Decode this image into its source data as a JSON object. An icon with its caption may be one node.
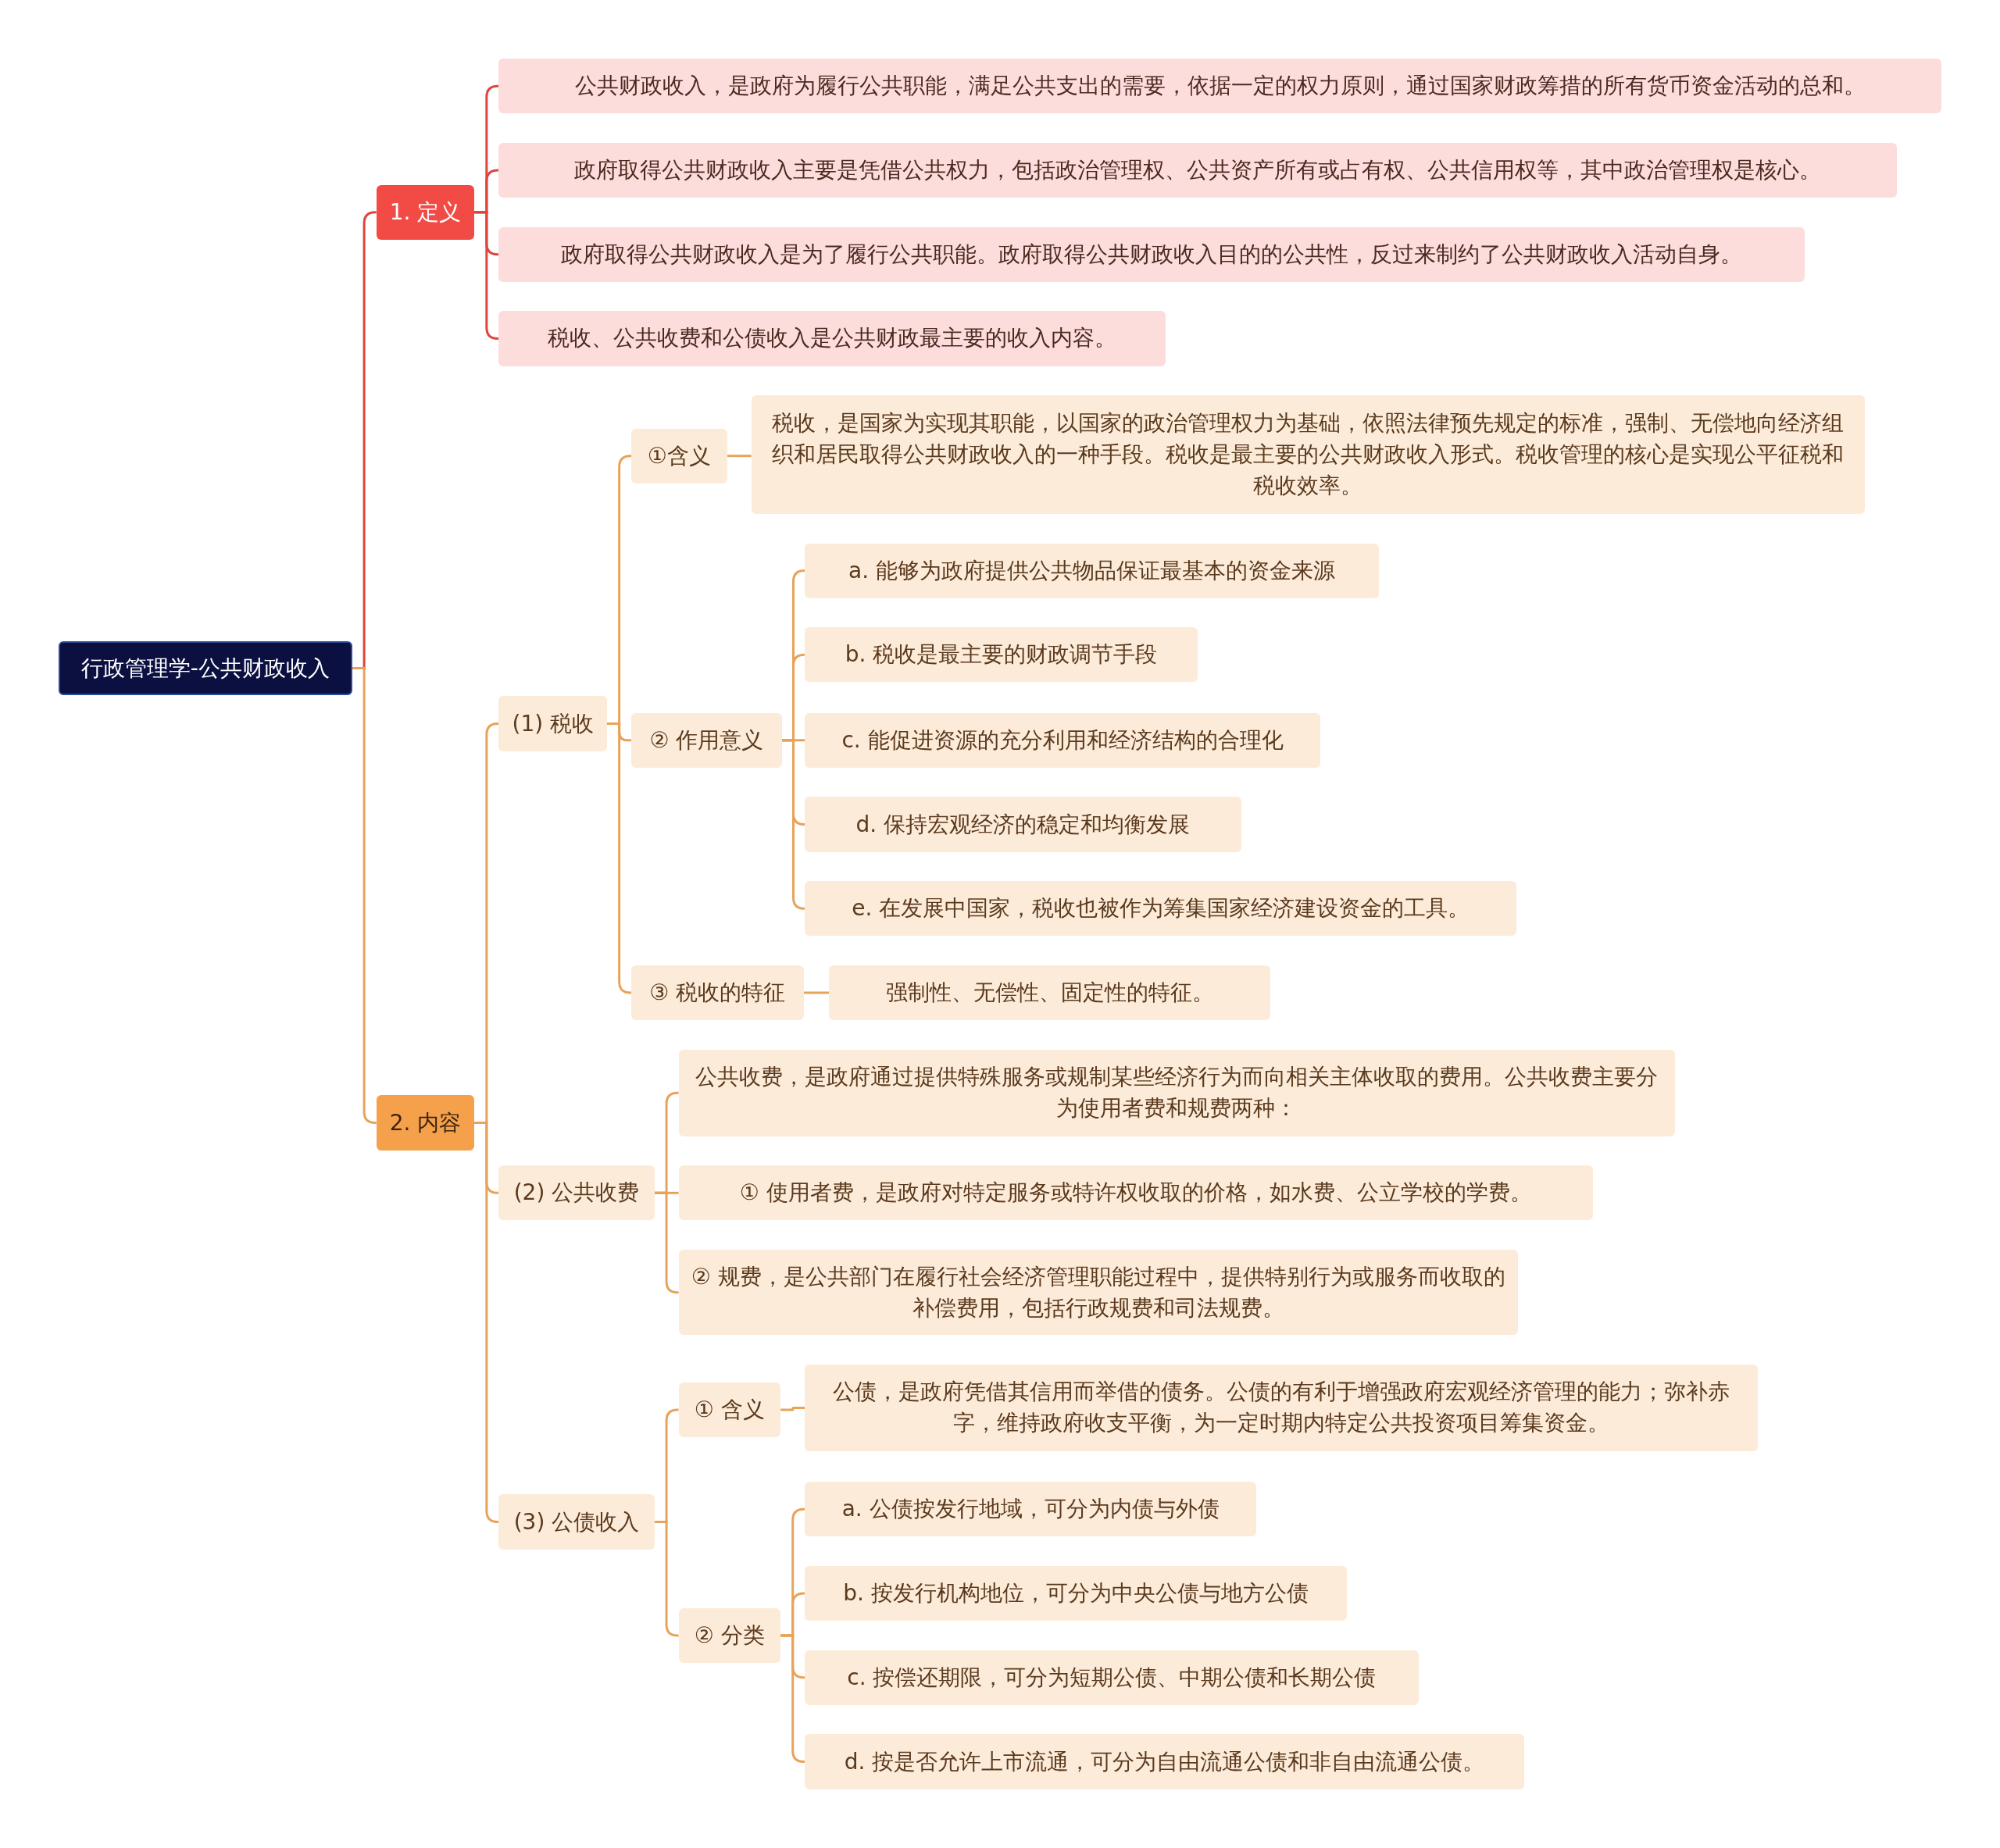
{
  "diagram": {
    "nodes": [
      {
        "text": [
          "行政管理学-公共财政收入"
        ]
      },
      {
        "text": [
          "1. 定义"
        ]
      },
      {
        "text": [
          "公共财政收入，是政府为履行公共职能，满足公共支出的需要，依据一定的权力原则，通过国家财政筹措的所有货币资金活动的总和。"
        ]
      },
      {
        "text": [
          "政府取得公共财政收入主要是凭借公共权力，包括政治管理权、公共资产所有或占有权、公共信用权等，其中政治管理权是核心。"
        ]
      },
      {
        "text": [
          "政府取得公共财政收入是为了履行公共职能。政府取得公共财政收入目的的公共性，反过来制约了公共财政收入活动自身。"
        ]
      },
      {
        "text": [
          "税收、公共收费和公债收入是公共财政最主要的收入内容。"
        ]
      },
      {
        "text": [
          "2. 内容"
        ]
      },
      {
        "text": [
          "(1) 税收"
        ]
      },
      {
        "text": [
          "①含义"
        ]
      },
      {
        "text": [
          "税收，是国家为实现其职能，以国家的政治管理权力为基础，依照法律预先规定的标准，强制、无偿地向经济组织和居民取得公共财政收入的一种手段。税收是最主要的公共财政收入形式。税收管理的核心是实现公平征税和税收效率。"
        ]
      },
      {
        "text": [
          "② 作用意义"
        ]
      },
      {
        "text": [
          "a. 能够为政府提供公共物品保证最基本的资金来源"
        ]
      },
      {
        "text": [
          "b. 税收是最主要的财政调节手段"
        ]
      },
      {
        "text": [
          "c. 能促进资源的充分利用和经济结构的合理化"
        ]
      },
      {
        "text": [
          "d. 保持宏观经济的稳定和均衡发展"
        ]
      },
      {
        "text": [
          "e. 在发展中国家，税收也被作为筹集国家经济建设资金的工具。"
        ]
      },
      {
        "text": [
          "③ 税收的特征"
        ]
      },
      {
        "text": [
          "强制性、无偿性、固定性的特征。"
        ]
      },
      {
        "text": [
          "(2) 公共收费"
        ]
      },
      {
        "text": [
          "公共收费，是政府通过提供特殊服务或规制某些经济行为而向相关主体收取的费用。公共收费主要分为使用者费和规费两种："
        ]
      },
      {
        "text": [
          "① 使用者费，是政府对特定服务或特许权收取的价格，如水费、公立学校的学费。"
        ]
      },
      {
        "text": [
          "② 规费，是公共部门在履行社会经济管理职能过程中，提供特别行为或服务而收取的补偿费用，包括行政规费和司法规费。"
        ]
      },
      {
        "text": [
          "(3) 公债收入"
        ]
      },
      {
        "text": [
          "① 含义"
        ]
      },
      {
        "text": [
          "公债，是政府凭借其信用而举借的债务。公债的有利于增强政府宏观经济管理的能力；弥补赤字，维持政府收支平衡，为一定时期内特定公共投资项目筹集资金。"
        ]
      },
      {
        "text": [
          "② 分类"
        ]
      },
      {
        "text": [
          "a. 公债按发行地域，可分为内债与外债"
        ]
      },
      {
        "text": [
          "b. 按发行机构地位，可分为中央公债与地方公债"
        ]
      },
      {
        "text": [
          "c. 按偿还期限，可分为短期公债、中期公债和长期公债"
        ]
      },
      {
        "text": [
          "d. 按是否允许上市流通，可分为自由流通公债和非自由流通公债。"
        ]
      }
    ],
    "edges": [
      {
        "from": 0,
        "to": 1,
        "arrow": "none",
        "color": "#e0443e"
      },
      {
        "from": 1,
        "to": 2,
        "arrow": "none",
        "color": "#e0443e"
      },
      {
        "from": 1,
        "to": 3,
        "arrow": "none",
        "color": "#e0443e"
      },
      {
        "from": 1,
        "to": 4,
        "arrow": "none",
        "color": "#e0443e"
      },
      {
        "from": 1,
        "to": 5,
        "arrow": "none",
        "color": "#e0443e"
      },
      {
        "from": 0,
        "to": 6,
        "arrow": "none"
      },
      {
        "from": 6,
        "to": 7,
        "arrow": "none"
      },
      {
        "from": 7,
        "to": 8,
        "arrow": "none"
      },
      {
        "from": 8,
        "to": 9,
        "arrow": "none"
      },
      {
        "from": 7,
        "to": 10,
        "arrow": "none"
      },
      {
        "from": 10,
        "to": 11,
        "arrow": "none"
      },
      {
        "from": 10,
        "to": 12,
        "arrow": "none"
      },
      {
        "from": 10,
        "to": 13,
        "arrow": "none"
      },
      {
        "from": 10,
        "to": 14,
        "arrow": "none"
      },
      {
        "from": 10,
        "to": 15,
        "arrow": "none"
      },
      {
        "from": 7,
        "to": 16,
        "arrow": "none"
      },
      {
        "from": 16,
        "to": 17,
        "arrow": "none"
      },
      {
        "from": 6,
        "to": 18,
        "arrow": "none"
      },
      {
        "from": 18,
        "to": 19,
        "arrow": "none"
      },
      {
        "from": 18,
        "to": 20,
        "arrow": "none"
      },
      {
        "from": 18,
        "to": 21,
        "arrow": "none"
      },
      {
        "from": 6,
        "to": 22,
        "arrow": "none"
      },
      {
        "from": 22,
        "to": 23,
        "arrow": "none"
      },
      {
        "from": 23,
        "to": 24,
        "arrow": "none"
      },
      {
        "from": 22,
        "to": 25,
        "arrow": "none"
      },
      {
        "from": 25,
        "to": 26,
        "arrow": "none"
      },
      {
        "from": 25,
        "to": 27,
        "arrow": "none"
      },
      {
        "from": 25,
        "to": 28,
        "arrow": "none"
      },
      {
        "from": 25,
        "to": 29,
        "arrow": "none"
      }
    ]
  }
}
